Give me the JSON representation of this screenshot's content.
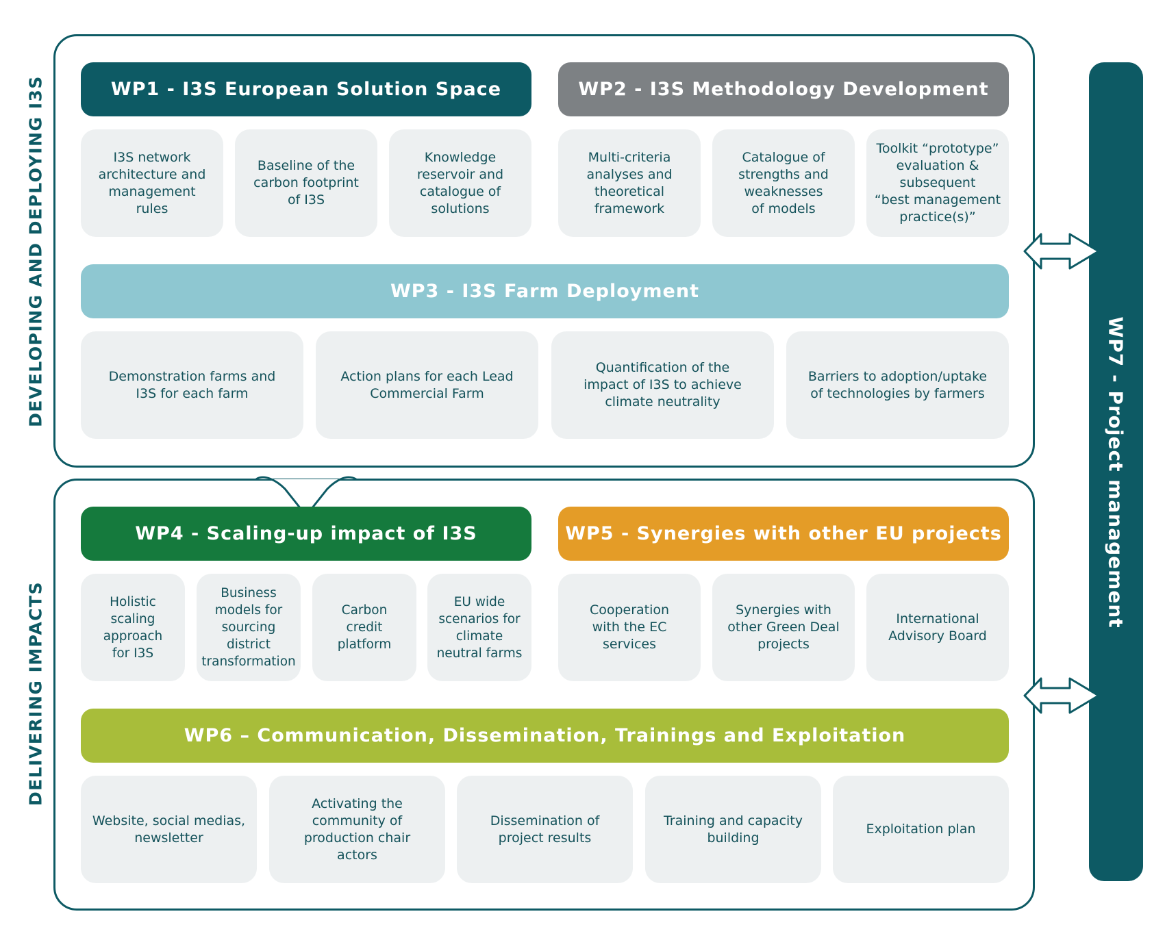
{
  "sections": {
    "top_label": "DEVELOPING AND DEPLOYING I3S",
    "bottom_label": "DELIVERING IMPACTS"
  },
  "wp7": {
    "label": "WP7 - Project management",
    "color": "#0d5a64"
  },
  "wp1": {
    "title": "WP1 - I3S European Solution Space",
    "color": "#0d5a64",
    "items": [
      "I3S network\narchitecture and\nmanagement\nrules",
      "Baseline of the\ncarbon footprint\nof I3S",
      "Knowledge\nreservoir and\ncatalogue of\nsolutions"
    ]
  },
  "wp2": {
    "title": "WP2 - I3S Methodology Development",
    "color": "#7d8184",
    "items": [
      "Multi-criteria\nanalyses and\ntheoretical\nframework",
      "Catalogue of\nstrengths and\nweaknesses\nof models",
      "Toolkit “prototype”\nevaluation &\nsubsequent\n“best management\npractice(s)”"
    ]
  },
  "wp3": {
    "title": "WP3 - I3S Farm Deployment",
    "color": "#8ec7d1",
    "items": [
      "Demonstration farms and\nI3S for each farm",
      "Action plans for each Lead\nCommercial Farm",
      "Quantification of the\nimpact of I3S to achieve\nclimate neutrality",
      "Barriers to adoption/uptake\nof technologies by farmers"
    ]
  },
  "wp4": {
    "title": "WP4 - Scaling-up impact of I3S",
    "color": "#157a3d",
    "items": [
      "Holistic\nscaling\napproach\nfor I3S",
      "Business\nmodels for\nsourcing\ndistrict\ntransformation",
      "Carbon\ncredit\nplatform",
      "EU wide\nscenarios for\nclimate\nneutral farms"
    ]
  },
  "wp5": {
    "title": "WP5 - Synergies with other EU projects",
    "color": "#e49c27",
    "items": [
      "Cooperation\nwith the EC\nservices",
      "Synergies with\nother Green Deal\nprojects",
      "International\nAdvisory Board"
    ]
  },
  "wp6": {
    "title": "WP6 – Communication, Dissemination, Trainings and Exploitation",
    "color": "#a8bd3a",
    "items": [
      "Website, social medias,\nnewsletter",
      "Activating the\ncommunity of\nproduction chair\nactors",
      "Dissemination of\nproject results",
      "Training and capacity\nbuilding",
      "Exploitation plan"
    ]
  }
}
